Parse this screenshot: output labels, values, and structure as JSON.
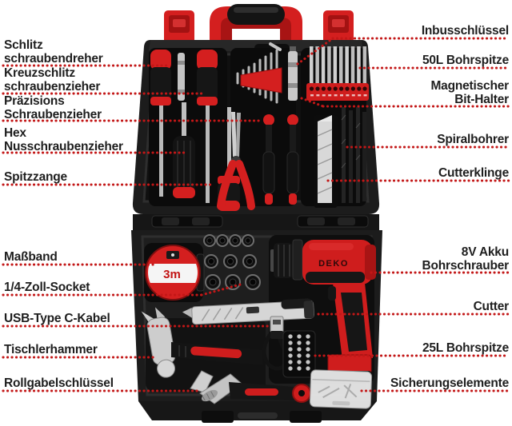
{
  "figure": {
    "brand_text": "DEKO",
    "tape_text": "3m"
  },
  "colors": {
    "accent_red": "#cf1d1d",
    "leader_dot_red": "#c31717",
    "case_dark": "#1c1c1c",
    "label_text": "#1e1e1e"
  },
  "callouts": {
    "left": [
      {
        "label": "Schlitz\nschraubendreher"
      },
      {
        "label": "Kreuzschlitz\nschraubenzieher"
      },
      {
        "label": "Präzisions\nSchraubenzieher"
      },
      {
        "label": "Hex\nNusschraubenzieher"
      },
      {
        "label": "Spitzzange"
      },
      {
        "label": "Maßband"
      },
      {
        "label": "1/4-Zoll-Socket"
      },
      {
        "label": "USB-Type C-Kabel"
      },
      {
        "label": "Tischlerhammer"
      },
      {
        "label": "Rollgabelschlüssel"
      }
    ],
    "right": [
      {
        "label": "Inbusschlüssel"
      },
      {
        "label": "50L Bohrspitze"
      },
      {
        "label": "Magnetischer\nBit-Halter"
      },
      {
        "label": "Spiralbohrer"
      },
      {
        "label": "Cutterklinge"
      },
      {
        "label": "8V Akku\nBohrschrauber"
      },
      {
        "label": "Cutter"
      },
      {
        "label": "25L Bohrspitze"
      },
      {
        "label": "Sicherungselemente"
      }
    ]
  }
}
